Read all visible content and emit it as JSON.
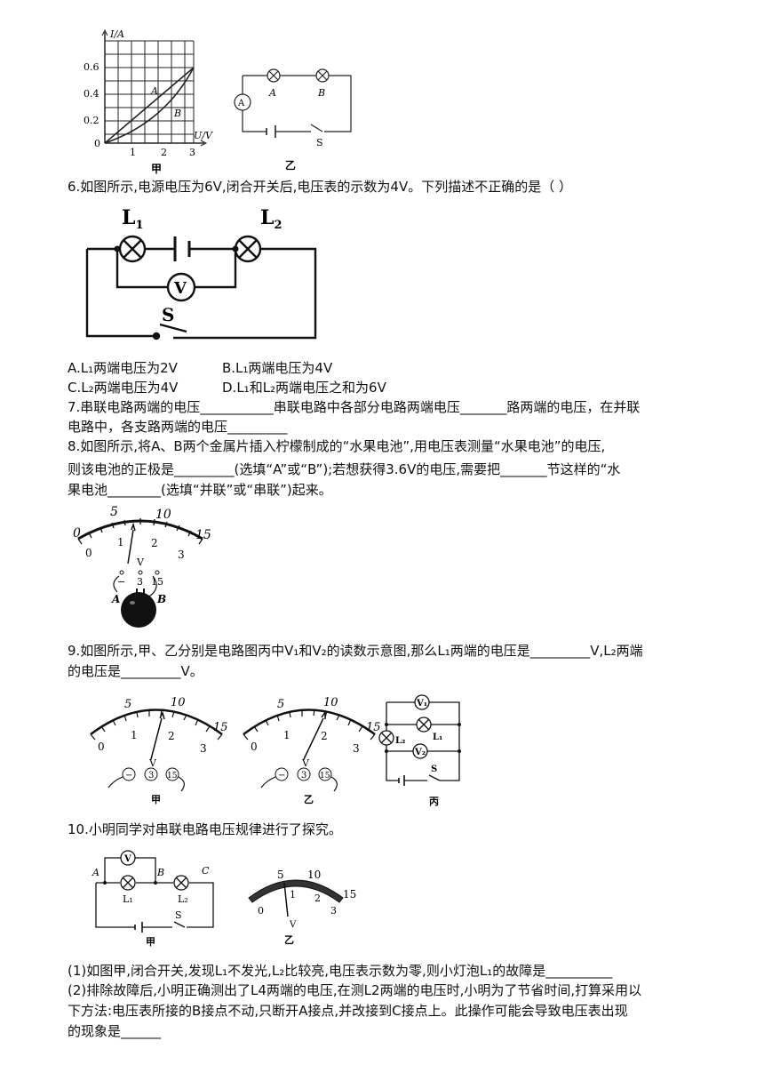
{
  "fig_top": {
    "graph": {
      "y_axis_label": "I/A",
      "x_axis_label": "U/V",
      "y_ticks": [
        "0.6",
        "0.4",
        "0.2",
        "0"
      ],
      "x_ticks": [
        "1",
        "2",
        "3"
      ],
      "curve_a": "A",
      "curve_b": "B",
      "caption": "甲"
    },
    "circuit": {
      "lamp_a": "A",
      "lamp_b": "B",
      "ammeter": "A",
      "switch": "S",
      "caption": "乙"
    }
  },
  "q6": {
    "stem": "6.如图所示,电源电压为6V,闭合开关后,电压表的示数为4V。下列描述不正确的是（     ）",
    "fig": {
      "l1": "L",
      "l1_sub": "1",
      "l2": "L",
      "l2_sub": "2",
      "voltmeter": "V",
      "switch": "S"
    },
    "opt_a": "A.L₁两端电压为2V",
    "opt_b": "B.L₁两端电压为4V",
    "opt_c": "C.L₂两端电压为4V",
    "opt_d": "D.L₁和L₂两端电压之和为6V"
  },
  "q7": {
    "line1": "7.串联电路两端的电压___________串联电路中各部分电路两端电压_______路两端的电压，在并联",
    "line2": "电路中，各支路两端的电压_________"
  },
  "q8": {
    "line1": "8.如图所示,将A、B两个金属片插入柠檬制成的“水果电池”,用电压表测量“水果电池”的电压,",
    "line2": "则该电池的正极是_________(选填“A”或“B”);若想获得3.6V的电压,需要把_______节这样的“水",
    "line3": "果电池________(选填“并联”或“串联”)起来。",
    "fig": {
      "top_scale": [
        "0",
        "5",
        "10",
        "15"
      ],
      "bottom_scale": [
        "0",
        "1",
        "2",
        "3"
      ],
      "v": "V",
      "terms": [
        "−",
        "3",
        "15"
      ],
      "a": "A",
      "b": "B"
    }
  },
  "q9": {
    "line1": "9.如图所示,甲、乙分别是电路图丙中V₁和V₂的读数示意图,那么L₁两端的电压是_________V,L₂两端",
    "line2": "的电压是_________V。",
    "fig": {
      "top_scale": [
        "5",
        "10",
        "15"
      ],
      "bottom_scale": [
        "0",
        "1",
        "2",
        "3"
      ],
      "v": "V",
      "terms": [
        "−",
        "3",
        "15"
      ],
      "cap_a": "甲",
      "cap_b": "乙",
      "cap_c": "丙",
      "v1": "V₁",
      "v2": "V₂",
      "l1": "L₁",
      "l2": "L₂",
      "s": "S"
    }
  },
  "q10": {
    "stem": "10.小明同学对串联电路电压规律进行了探究。",
    "fig": {
      "v": "V",
      "a": "A",
      "b": "B",
      "c": "C",
      "l1": "L₁",
      "l2": "L₂",
      "s": "S",
      "cap_a": "甲",
      "cap_b": "乙",
      "top_scale": [
        "5",
        "10",
        "15"
      ],
      "bottom_scale": [
        "0",
        "1",
        "2",
        "3"
      ]
    },
    "p1": "(1)如图甲,闭合开关,发现L₁不发光,L₂比较亮,电压表示数为零,则小灯泡L₁的故障是__________",
    "p2_line1": "(2)排除故障后,小明正确测出了L4两端的电压,在测L2两端的电压时,小明为了节省时间,打算采用以",
    "p2_line2": "下方法:电压表所接的B接点不动,只断开A接点,并改接到C接点上。此操作可能会导致电压表出现",
    "p2_line3": "的现象是______"
  }
}
